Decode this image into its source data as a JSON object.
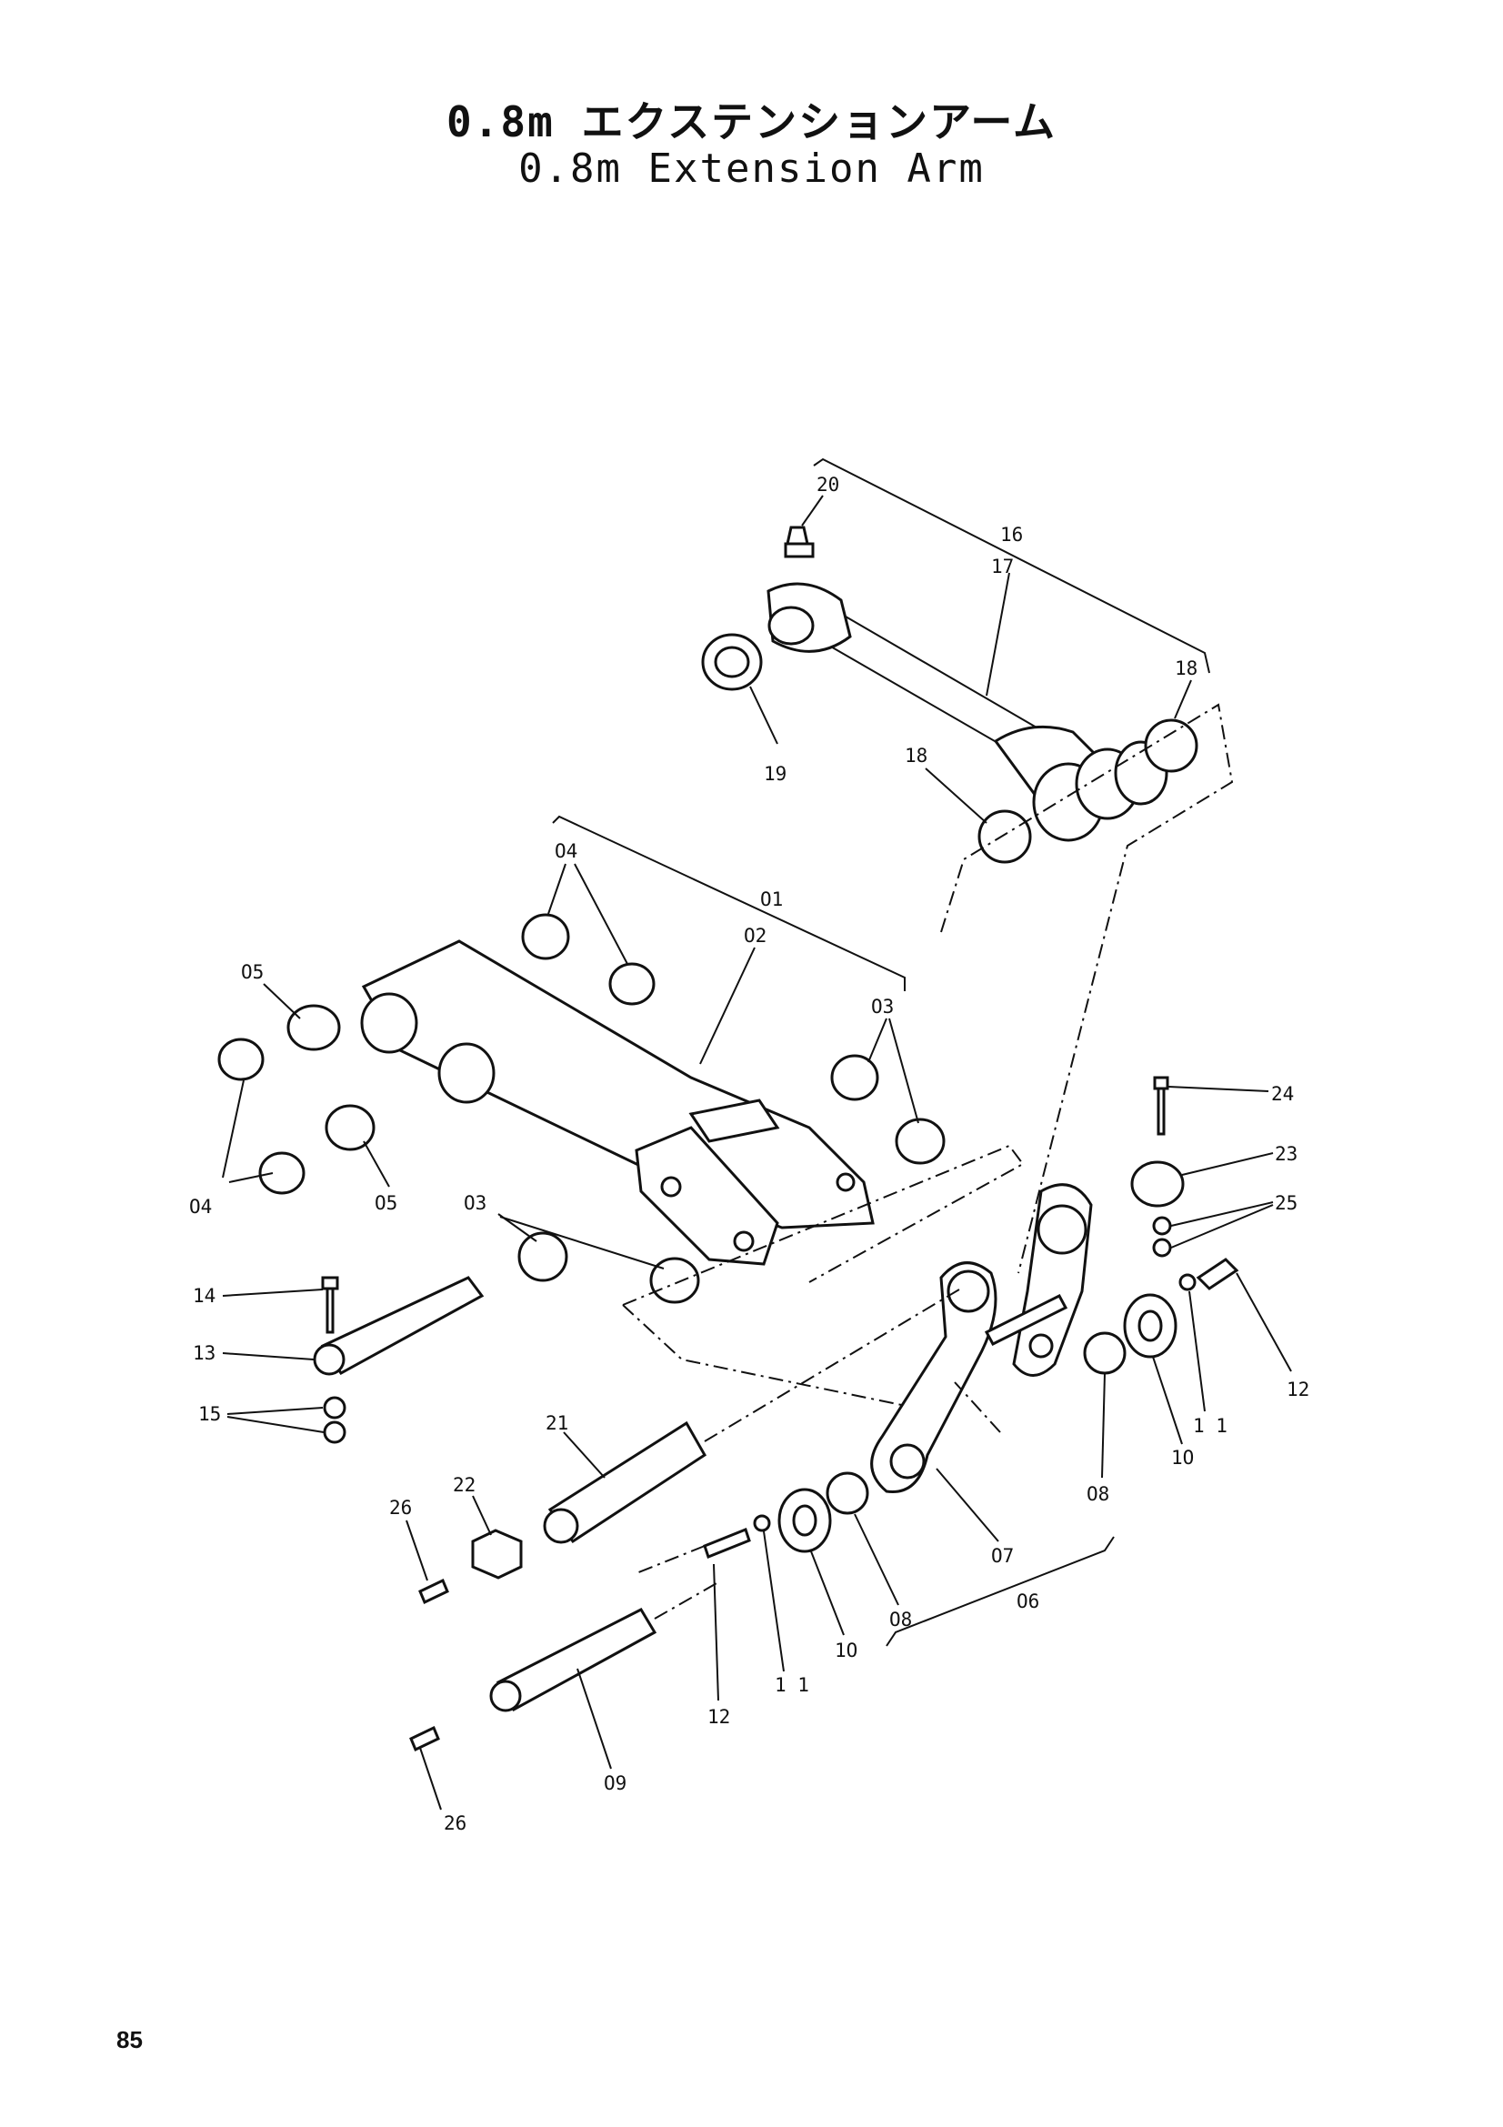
{
  "header": {
    "title_jp": "0.8m エクステンションアーム",
    "title_en": "0.8m Extension Arm"
  },
  "callouts": {
    "p01": "O1",
    "p02": "O2",
    "p03a": "O3",
    "p03b": "O3",
    "p04a": "O4",
    "p04b": "O4",
    "p05a": "O5",
    "p05b": "O5",
    "p06": "O6",
    "p07": "O7",
    "p08a": "O8",
    "p08b": "O8",
    "p09": "O9",
    "p10a": "1O",
    "p10b": "1O",
    "p11a": "1 1",
    "p11b": "1 1",
    "p12a": "12",
    "p12b": "12",
    "p13": "13",
    "p14": "14",
    "p15": "15",
    "p16": "16",
    "p17": "17",
    "p18a": "18",
    "p18b": "18",
    "p19": "19",
    "p20": "20",
    "p21": "21",
    "p22": "22",
    "p23": "23",
    "p24": "24",
    "p25": "25",
    "p26a": "26",
    "p26b": "26"
  },
  "footer": {
    "page_number": "85"
  }
}
